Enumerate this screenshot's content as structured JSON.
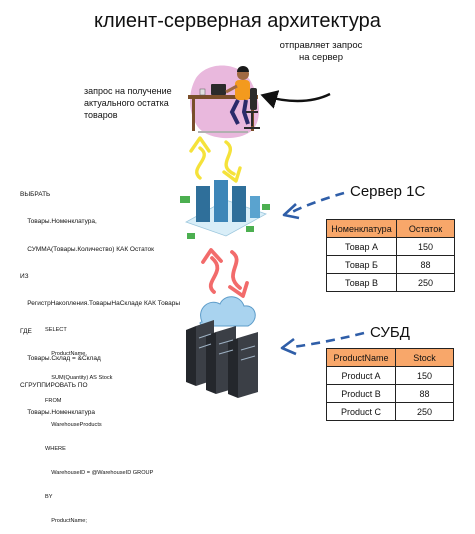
{
  "title": "клиент-серверная архитектура",
  "notes": {
    "request_sent": "отправляет запрос на сервер",
    "query_request": "запрос на получение актуального остатка товаров"
  },
  "labels": {
    "server_1c": "Сервер 1С",
    "dbms": "СУБД"
  },
  "query_1c": [
    "ВЫБРАТЬ",
    "    Товары.Номенклатура,",
    "    СУММА(Товары.Количество) КАК Остаток",
    "ИЗ",
    "    РегистрНакопления.ТоварыНаСкладе КАК Товары",
    "ГДЕ",
    "    Товары.Склад = &Склад",
    "СГРУППИРОВАТЬ ПО",
    "    Товары.Номенклатура"
  ],
  "query_sql": [
    "SELECT",
    "    ProductName,",
    "    SUM(Quantity) AS Stock",
    "FROM",
    "    WarehouseProducts",
    "WHERE",
    "    WarehouseID = @WarehouseID GROUP",
    "BY",
    "    ProductName;"
  ],
  "table_1c": {
    "headers": [
      "Номенклатура",
      "Остаток"
    ],
    "rows": [
      [
        "Товар А",
        "150"
      ],
      [
        "Товар Б",
        "88"
      ],
      [
        "Товар В",
        "250"
      ]
    ]
  },
  "table_sql": {
    "headers": [
      "ProductName",
      "Stock"
    ],
    "rows": [
      [
        "Product A",
        "150"
      ],
      [
        "Product B",
        "88"
      ],
      [
        "Product C",
        "250"
      ]
    ]
  },
  "colors": {
    "header_fill": "#f8a76a",
    "request_arrow": "#f5e23a",
    "response_arrow": "#f26b6b",
    "dashed_arrow": "#2f5ea8",
    "blob": "#e9b8dd"
  }
}
